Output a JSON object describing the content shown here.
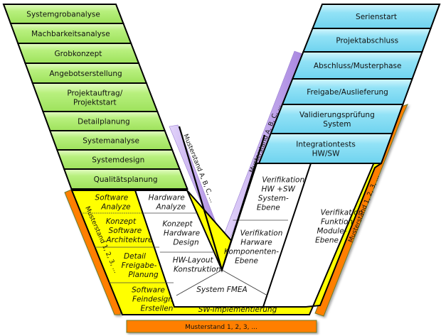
{
  "colors": {
    "green": "#b6f07a",
    "blue": "#8fe0f5",
    "yellow": "#ffff00",
    "orange": "#ff7f00",
    "purple": "#b89ae8",
    "white": "#ffffff",
    "outline": "#000000"
  },
  "left_phases": [
    {
      "label": [
        "Systemgrobanalyse"
      ]
    },
    {
      "label": [
        "Machbarkeitsanalyse"
      ]
    },
    {
      "label": [
        "Grobkonzept"
      ]
    },
    {
      "label": [
        "Angebotserstellung"
      ]
    },
    {
      "label": [
        "Projektauftrag/",
        "Projektstart"
      ]
    },
    {
      "label": [
        "Detailplanung"
      ]
    },
    {
      "label": [
        "Systemanalyse"
      ]
    },
    {
      "label": [
        "Systemdesign"
      ]
    },
    {
      "label": [
        "Qualitätsplanung"
      ]
    }
  ],
  "right_phases": [
    {
      "label": [
        "Serienstart"
      ]
    },
    {
      "label": [
        "Projektabschluss"
      ]
    },
    {
      "label": [
        "Abschluss/Musterphase"
      ]
    },
    {
      "label": [
        "Freigabe/Auslieferung"
      ]
    },
    {
      "label": [
        "Validierungsprüfung",
        "System"
      ]
    },
    {
      "label": [
        "Integrationtests",
        "HW/SW"
      ]
    }
  ],
  "software_steps": [
    {
      "label": [
        "Software",
        "Analyze"
      ]
    },
    {
      "label": [
        "Konzept",
        "Software",
        "Architekture"
      ]
    },
    {
      "label": [
        "Detail",
        "Freigabe-",
        "Planung"
      ]
    },
    {
      "label": [
        "Software",
        "Feindesign",
        "Erstellen"
      ]
    }
  ],
  "hardware_steps": [
    {
      "label": [
        "Hardware",
        "Analyze"
      ]
    },
    {
      "label": [
        "Konzept",
        "Hardware",
        "Design"
      ]
    },
    {
      "label": [
        "HW-Layout",
        "Konstruktion"
      ]
    }
  ],
  "verification_steps": [
    {
      "label": [
        "Verifikation",
        "HW +SW",
        "System-",
        "Ebene"
      ]
    },
    {
      "label": [
        "Verifikation",
        "Harware",
        "Komponenten-",
        "Ebene"
      ]
    }
  ],
  "module_verification": {
    "label": [
      "Verifikation",
      "Funktion",
      "Module-",
      "Ebene"
    ]
  },
  "system_fmea": "System FMEA",
  "sw_implementation": "SW-Implementierung",
  "musterstand_abc_left": "Musterstand  A, B, C, ...",
  "musterstand_abc_right": "Musterstand  A, B, C, ...",
  "musterstand_123_left": "Musterstand 1, 2, 3, ...",
  "musterstand_123_right": "Musterstand 1, 2, 3, ...",
  "musterstand_123_bottom": "Musterstand 1, 2, 3, ..."
}
